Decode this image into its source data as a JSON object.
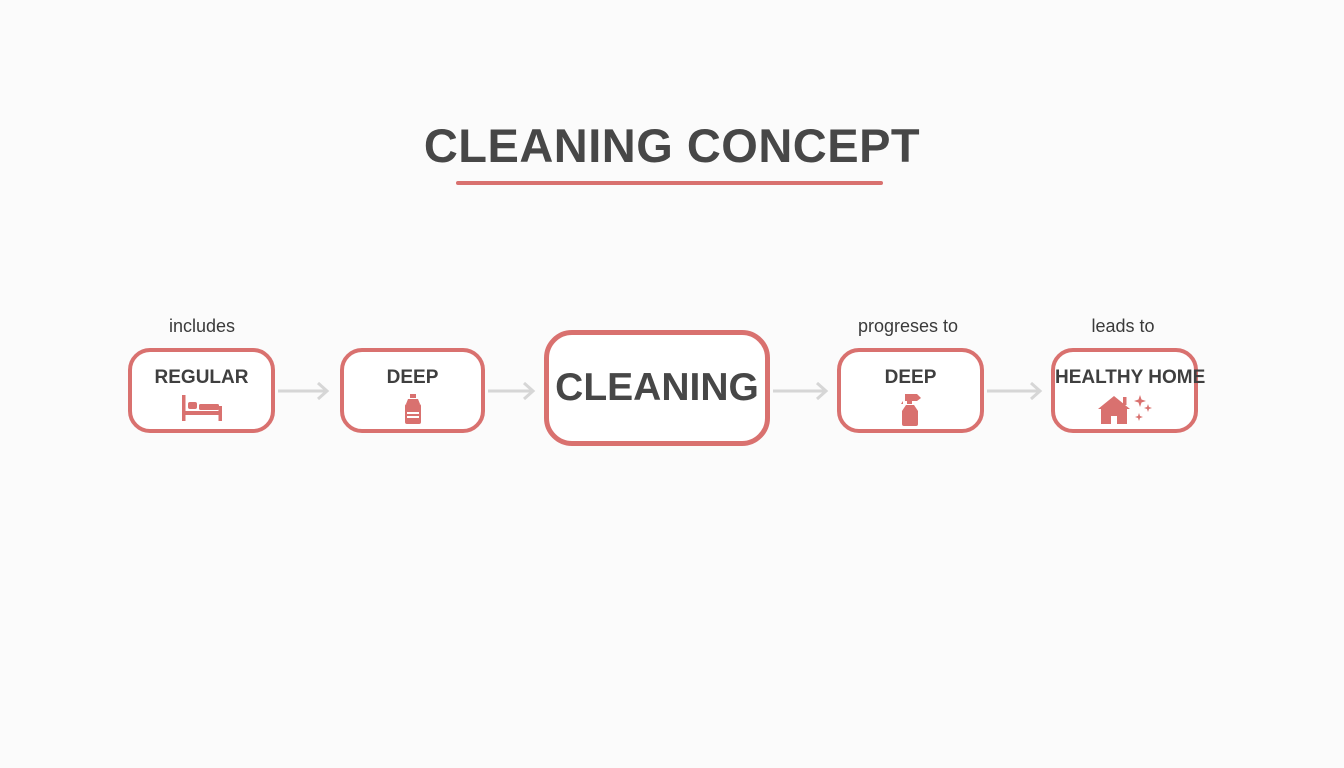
{
  "title": "CLEANING CONCEPT",
  "colors": {
    "accent": "#d9716f",
    "text": "#444444",
    "arrow": "#d6d6d6"
  },
  "nodes": {
    "regular": {
      "label": "REGULAR",
      "icon": "bed-icon"
    },
    "deep_left": {
      "label": "DEEP",
      "icon": "bottle-icon"
    },
    "center": {
      "label": "CLEANING"
    },
    "deep_right": {
      "label": "DEEP",
      "icon": "spray-bottle-icon"
    },
    "healthy_home": {
      "label": "HEALTHY HOME",
      "icon": "sparkling-house-icon"
    }
  },
  "captions": {
    "includes": "includes",
    "progresses_to": "progreses to",
    "leads_to": "leads to"
  }
}
